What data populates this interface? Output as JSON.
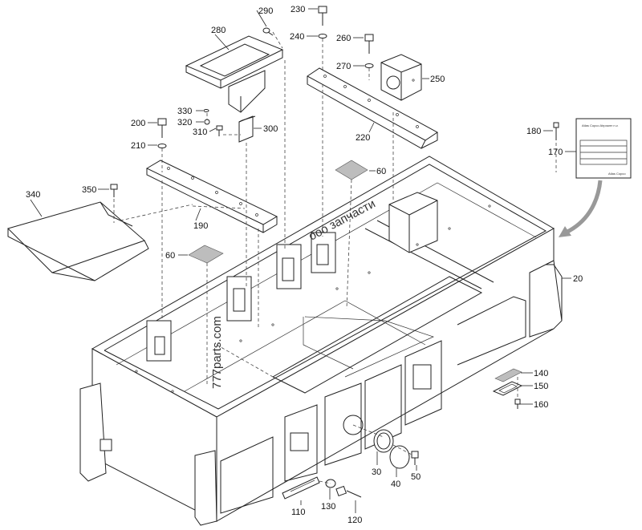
{
  "callouts": [
    {
      "id": "20",
      "label": "20"
    },
    {
      "id": "30",
      "label": "30"
    },
    {
      "id": "40",
      "label": "40"
    },
    {
      "id": "50",
      "label": "50"
    },
    {
      "id": "60a",
      "label": "60"
    },
    {
      "id": "60b",
      "label": "60"
    },
    {
      "id": "110",
      "label": "110"
    },
    {
      "id": "120",
      "label": "120"
    },
    {
      "id": "130",
      "label": "130"
    },
    {
      "id": "140",
      "label": "140"
    },
    {
      "id": "150",
      "label": "150"
    },
    {
      "id": "160",
      "label": "160"
    },
    {
      "id": "170",
      "label": "170"
    },
    {
      "id": "180",
      "label": "180"
    },
    {
      "id": "190",
      "label": "190"
    },
    {
      "id": "200",
      "label": "200"
    },
    {
      "id": "210",
      "label": "210"
    },
    {
      "id": "220",
      "label": "220"
    },
    {
      "id": "230",
      "label": "230"
    },
    {
      "id": "240",
      "label": "240"
    },
    {
      "id": "250",
      "label": "250"
    },
    {
      "id": "260",
      "label": "260"
    },
    {
      "id": "270",
      "label": "270"
    },
    {
      "id": "280",
      "label": "280"
    },
    {
      "id": "290",
      "label": "290"
    },
    {
      "id": "300",
      "label": "300"
    },
    {
      "id": "310",
      "label": "310"
    },
    {
      "id": "320",
      "label": "320"
    },
    {
      "id": "330",
      "label": "330"
    },
    {
      "id": "340",
      "label": "340"
    },
    {
      "id": "350",
      "label": "350"
    }
  ],
  "watermarks": [
    "777parts.com",
    "ооо запчасти"
  ],
  "decal": {
    "header": "Atlas Copco Airpower n.v.",
    "footer": "Atlas Copco"
  }
}
